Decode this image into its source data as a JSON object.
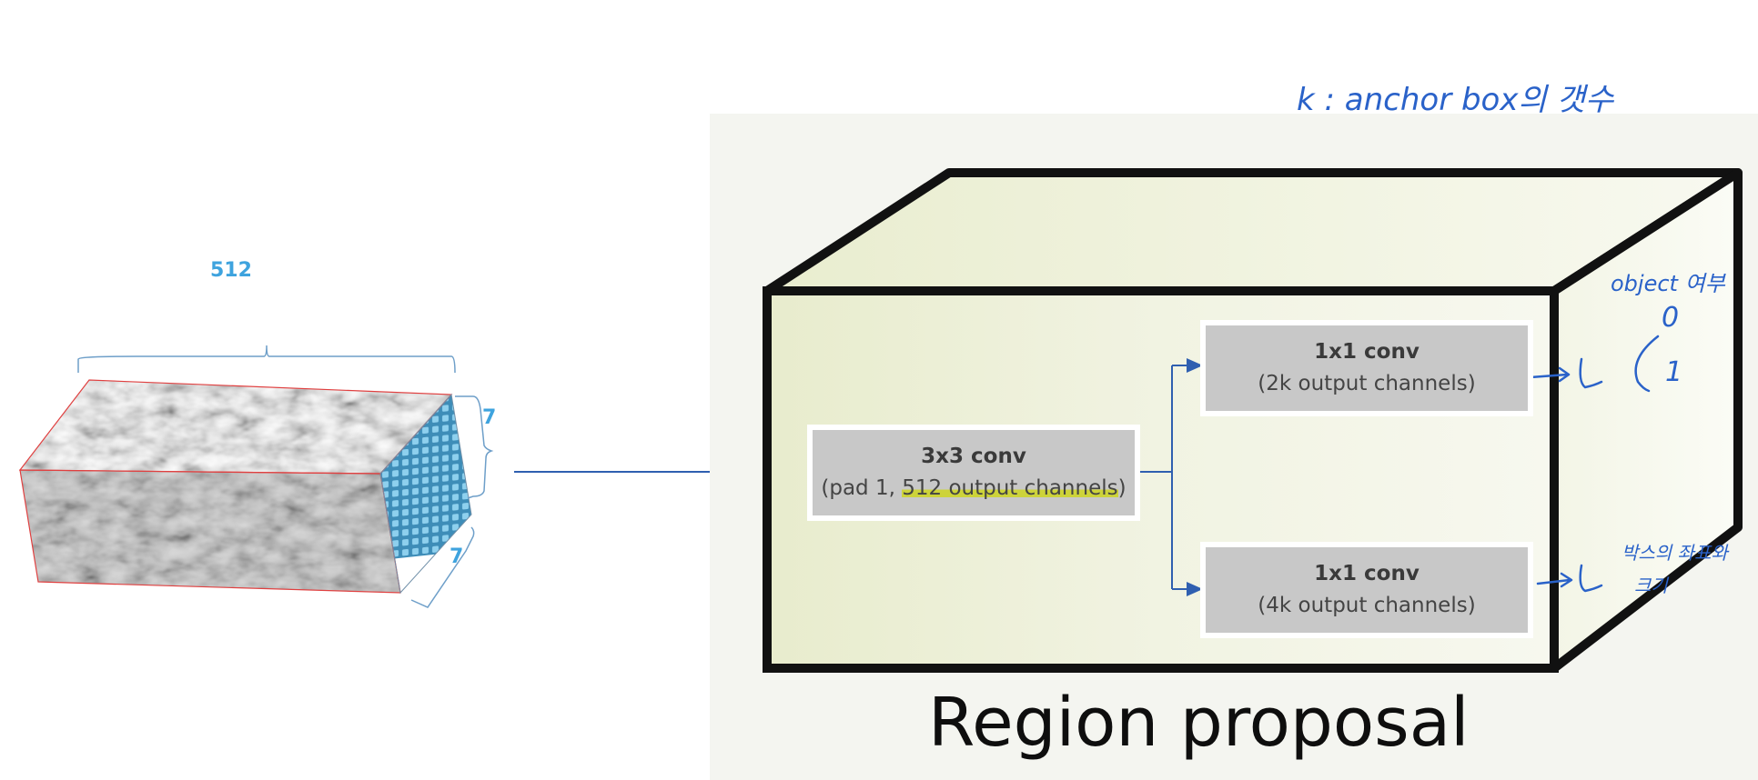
{
  "feature_map": {
    "width_label": "512",
    "height_label": "7",
    "depth_label": "7"
  },
  "boxes": {
    "conv3": {
      "title": "3x3 conv",
      "sub_prefix": "(pad 1, ",
      "sub_highlight": "512 output channels",
      "sub_suffix": ")"
    },
    "cls": {
      "title": "1x1 conv",
      "sub": "(2k output channels)"
    },
    "reg": {
      "title": "1x1 conv",
      "sub": "(4k output channels)"
    }
  },
  "caption": "Region proposal",
  "notes": {
    "anchor_def": "k : anchor box의 갯수",
    "object_flag": "object 여부",
    "object_zero": "0",
    "object_one": "1",
    "box_size": "박스의 좌표와",
    "box_size2": "크기"
  },
  "colors": {
    "dimension": "#3ea3de",
    "arrow": "#2f5fb0",
    "handwriting": "#2a62c9",
    "box_fill": "#c8c8c8",
    "prism_face": "#eef1d8",
    "highlight": "#cdd33a"
  }
}
